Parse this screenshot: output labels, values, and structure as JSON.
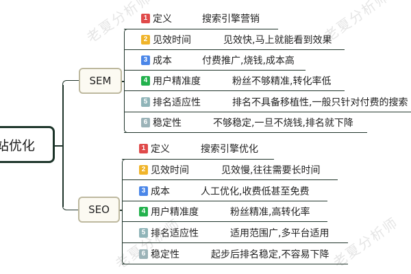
{
  "root": {
    "label": "站优化"
  },
  "watermark": "老夏分析师",
  "colors": {
    "line": "#1e3329",
    "branch_border": "#bdb89e",
    "branch_fill": "#fcfaf2",
    "badge_1": "#e04a4a",
    "badge_2": "#f0b429",
    "badge_3": "#4a86e8",
    "badge_4": "#22b14c",
    "badge_5": "#8fb4b8",
    "badge_6": "#9bb3b8"
  },
  "branches": [
    {
      "label": "SEM",
      "items": [
        {
          "num": "1",
          "label": "定义",
          "desc": "搜索引擎营销"
        },
        {
          "num": "2",
          "label": "见效时间",
          "desc": "见效快,马上就能看到效果"
        },
        {
          "num": "3",
          "label": "成本",
          "desc": "付费推广,烧钱,成本高"
        },
        {
          "num": "4",
          "label": "用户精准度",
          "desc": "粉丝不够精准,转化率低"
        },
        {
          "num": "5",
          "label": "排名适应性",
          "desc": "排名不具备移植性,一般只针对付费的搜索"
        },
        {
          "num": "6",
          "label": "稳定性",
          "desc": "不够稳定,一旦不烧钱,排名就下降"
        }
      ]
    },
    {
      "label": "SEO",
      "items": [
        {
          "num": "1",
          "label": "定义",
          "desc": "搜索引擎优化"
        },
        {
          "num": "2",
          "label": "见效时间",
          "desc": "见效慢,往往需要长时间"
        },
        {
          "num": "3",
          "label": "成本",
          "desc": "人工优化,收费低甚至免费"
        },
        {
          "num": "4",
          "label": "用户精准度",
          "desc": "粉丝精准,高转化率"
        },
        {
          "num": "5",
          "label": "排名适应性",
          "desc": "适用范围广,多平台适用"
        },
        {
          "num": "6",
          "label": "稳定性",
          "desc": "起步后排名稳定,不容易下降"
        }
      ]
    }
  ]
}
